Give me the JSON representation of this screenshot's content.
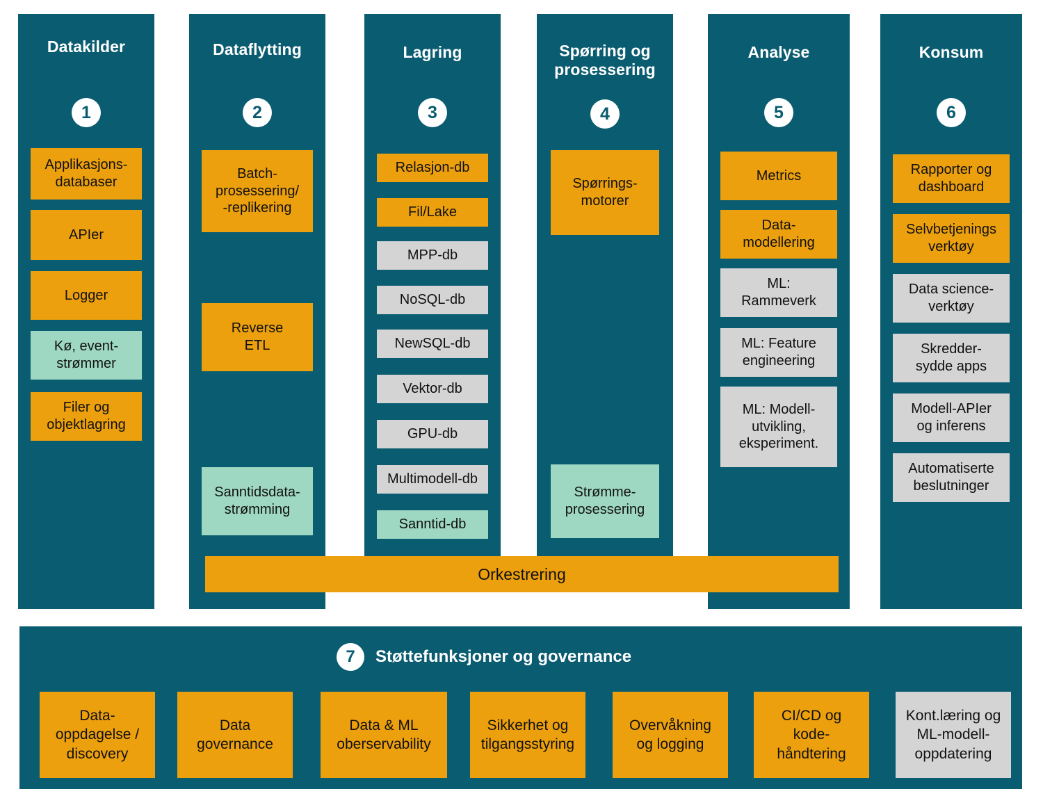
{
  "palette": {
    "teal": "#0a5c70",
    "orange": "#eda00e",
    "grey": "#d4d4d4",
    "mint": "#9ed8c2",
    "white": "#ffffff",
    "text": "#111111"
  },
  "columns": [
    {
      "number": "1",
      "title": "Datakilder",
      "items": [
        {
          "label": "Applikasjons-\ndatabaser",
          "color": "orange"
        },
        {
          "label": "APIer",
          "color": "orange"
        },
        {
          "label": "Logger",
          "color": "orange"
        },
        {
          "label": "Kø, event-\nstrømmer",
          "color": "mint"
        },
        {
          "label": "Filer og\nobjektlagring",
          "color": "orange"
        }
      ]
    },
    {
      "number": "2",
      "title": "Dataflytting",
      "items": [
        {
          "label": "Batch-\nprosessering/\n-replikering",
          "color": "orange"
        },
        {
          "label": "Reverse\nETL",
          "color": "orange"
        },
        {
          "label": "Sanntidsdata-\nstrømming",
          "color": "mint"
        }
      ]
    },
    {
      "number": "3",
      "title": "Lagring",
      "items": [
        {
          "label": "Relasjon-db",
          "color": "orange"
        },
        {
          "label": "Fil/Lake",
          "color": "orange"
        },
        {
          "label": "MPP-db",
          "color": "grey"
        },
        {
          "label": "NoSQL-db",
          "color": "grey"
        },
        {
          "label": "NewSQL-db",
          "color": "grey"
        },
        {
          "label": "Vektor-db",
          "color": "grey"
        },
        {
          "label": "GPU-db",
          "color": "grey"
        },
        {
          "label": "Multimodell-db",
          "color": "grey"
        },
        {
          "label": "Sanntid-db",
          "color": "mint"
        }
      ]
    },
    {
      "number": "4",
      "title": "Spørring og\nprosessering",
      "items": [
        {
          "label": "Spørrings-\nmotorer",
          "color": "orange"
        },
        {
          "label": "Strømme-\nprosessering",
          "color": "mint"
        }
      ]
    },
    {
      "number": "5",
      "title": "Analyse",
      "items": [
        {
          "label": "Metrics",
          "color": "orange"
        },
        {
          "label": "Data-\nmodellering",
          "color": "orange"
        },
        {
          "label": "ML:\nRammeverk",
          "color": "grey"
        },
        {
          "label": "ML: Feature\nengineering",
          "color": "grey"
        },
        {
          "label": "ML: Modell-\nutvikling,\neksperiment.",
          "color": "grey"
        }
      ]
    },
    {
      "number": "6",
      "title": "Konsum",
      "items": [
        {
          "label": "Rapporter og\ndashboard",
          "color": "orange"
        },
        {
          "label": "Selvbetjenings\nverktøy",
          "color": "orange"
        },
        {
          "label": "Data science-\nverktøy",
          "color": "grey"
        },
        {
          "label": "Skredder-\nsydde apps",
          "color": "grey"
        },
        {
          "label": "Modell-APIer\nog inferens",
          "color": "grey"
        },
        {
          "label": "Automatiserte\nbeslutninger",
          "color": "grey"
        }
      ]
    }
  ],
  "orchestration": {
    "label": "Orkestrering"
  },
  "support": {
    "number": "7",
    "title": "Støttefunksjoner og governance",
    "items": [
      {
        "label": "Data-\noppdagelse /\ndiscovery",
        "color": "orange"
      },
      {
        "label": "Data\ngovernance",
        "color": "orange"
      },
      {
        "label": "Data & ML\noberservability",
        "color": "orange"
      },
      {
        "label": "Sikkerhet og\ntilgangsstyring",
        "color": "orange"
      },
      {
        "label": "Overvåkning\nog logging",
        "color": "orange"
      },
      {
        "label": "CI/CD og\nkode-\nhåndtering",
        "color": "orange"
      },
      {
        "label": "Kont.læring og\nML-modell-\noppdatering",
        "color": "grey"
      }
    ]
  }
}
